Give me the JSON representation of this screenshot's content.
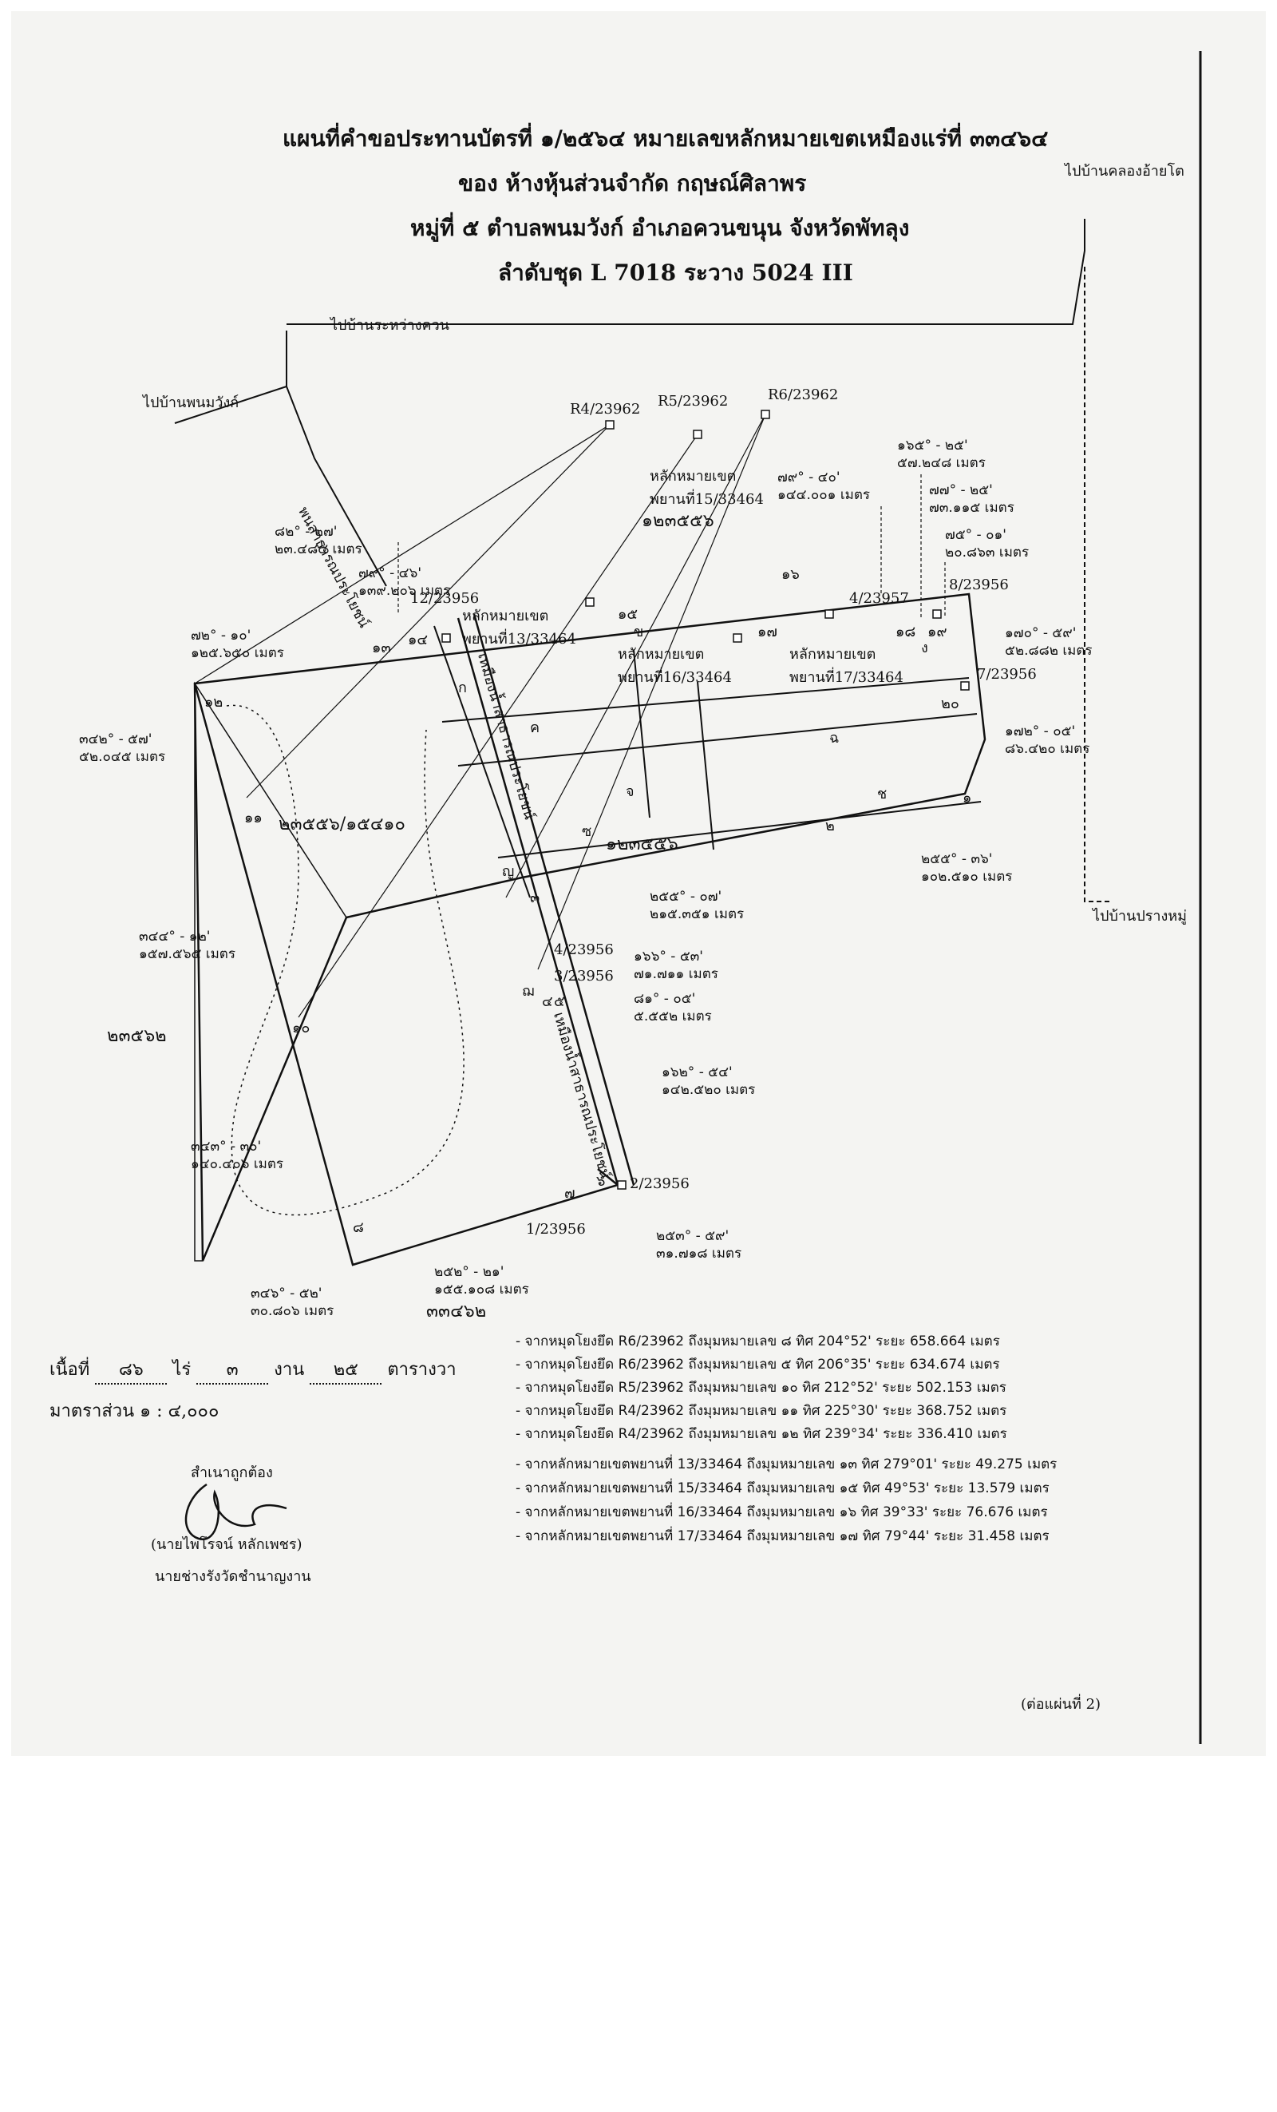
{
  "header": {
    "line1": "แผนที่คำขอประทานบัตรที่ ๑/๒๕๖๔ หมายเลขหลักหมายเขตเหมืองแร่ที่ ๓๓๔๖๔",
    "line2": "ของ ห้างหุ้นส่วนจำกัด กฤษณ์ศิลาพร",
    "line3": "หมู่ที่ ๕ ตำบลพนมวังก์ อำเภอควนขนุน จังหวัดพัทลุง",
    "line4": "ลำดับชุด L 7018 ระวาง 5024 III"
  },
  "roads": {
    "khlong_ai_to": "ไปบ้านคลองอ้ายโต",
    "rawang_khuan": "ไปบ้านระหว่างควน",
    "phanom_wang": "ไปบ้านพนมวังก์",
    "prang_mu": "ไปบ้านปรางหมู่",
    "public_land": "พนสาธารณประโยชน์",
    "canal_1": "เหมืองน้ำสาธารณประโยชน์",
    "canal_2": "เหมืองน้ำสาธารณประโยชน์"
  },
  "markers": {
    "r4": "R4/23962",
    "r5": "R5/23962",
    "r6": "R6/23962",
    "m12": "12/23956",
    "m4_57": "4/23957",
    "m8": "8/23956",
    "m7": "7/23956",
    "m4": "4/23956",
    "m3": "3/23956",
    "m2": "2/23956",
    "m1": "1/23956",
    "witness13": "หลักหมายเขต พยานที่13/33464",
    "witness15": "หลักหมายเขต พยานที่15/33464",
    "witness16": "หลักหมายเขต พยานที่16/33464",
    "witness17": "หลักหมายเขต พยานที่17/33464"
  },
  "parcels": {
    "p1": "๑๒๓๕๕๖",
    "p2": "๒๓๕๕๖/๑๕๔๑๐",
    "p3": "๑๒๓๕๕๖",
    "p4": "๒๓๕๖๒",
    "p5": "๓๓๔๖๒",
    "sub_k": "ก",
    "sub_kh": "ข",
    "sub_kh2": "ค",
    "sub_ng": "ง",
    "sub_ch": "ฉ",
    "sub_j": "จ",
    "sub_ch2": "ช",
    "sub_s": "ซ",
    "sub_d": "ญ",
    "sub_m": "ฌ"
  },
  "corners": {
    "c1": "๑",
    "c2": "๒",
    "c3": "๓",
    "c4": "๔",
    "c5": "๕",
    "c6": "๖",
    "c7": "๗",
    "c8": "๘",
    "c10": "๑๐",
    "c11": "๑๑",
    "c12": "๑๒",
    "c13": "๑๓",
    "c14": "๑๔",
    "c15": "๑๕",
    "c16": "๑๖",
    "c17": "๑๗",
    "c18": "๑๘",
    "c19": "๑๙",
    "c20": "๒๐"
  },
  "bearings": {
    "b1a": "๘๒° - ๒๗'",
    "b1b": "๒๓.๔๘๕ เมตร",
    "b2a": "๗๙° - ๔๖'",
    "b2b": "๑๓๙.๒๐๖ เมตร",
    "b3a": "๗๒° - ๑๐'",
    "b3b": "๑๒๕.๖๕๐ เมตร",
    "b4a": "๓๔๒° - ๕๗'",
    "b4b": "๕๒.๐๔๕ เมตร",
    "b5a": "๓๔๔° - ๑๒'",
    "b5b": "๑๕๗.๕๖๕ เมตร",
    "b6a": "๓๔๓° - ๓๐'",
    "b6b": "๑๔๐.๔๐๖ เมตร",
    "b7a": "๓๔๖° - ๕๒'",
    "b7b": "๓๐.๘๐๖ เมตร",
    "b8a": "๒๕๒° - ๒๑'",
    "b8b": "๑๕๕.๑๐๘ เมตร",
    "b9a": "๒๕๓° - ๕๙'",
    "b9b": "๓๑.๗๑๘ เมตร",
    "b10a": "๑๖๒° - ๕๔'",
    "b10b": "๑๔๒.๕๒๐ เมตร",
    "b11a": "๘๑° - ๐๕'",
    "b11b": "๕.๕๕๒ เมตร",
    "b12a": "๑๖๖° - ๕๓'",
    "b12b": "๗๑.๗๑๑ เมตร",
    "b13a": "๒๕๕° - ๐๗'",
    "b13b": "๒๑๕.๓๕๑ เมตร",
    "b14a": "๒๕๕° - ๓๖'",
    "b14b": "๑๐๒.๕๑๐ เมตร",
    "b15a": "๑๗๒° - ๐๕'",
    "b15b": "๘๖.๔๒๐ เมตร",
    "b16a": "๑๗๐° - ๕๙'",
    "b16b": "๕๒.๘๘๒ เมตร",
    "b17a": "๗๕° - ๐๑'",
    "b17b": "๒๐.๘๖๓ เมตร",
    "b18a": "๗๗° - ๒๕'",
    "b18b": "๗๓.๑๑๕ เมตร",
    "b19a": "๑๖๕° - ๒๕'",
    "b19b": "๕๗.๒๔๘ เมตร",
    "b20a": "๗๙° - ๔๐'",
    "b20b": "๑๔๔.๐๐๑ เมตร"
  },
  "area": {
    "label": "เนื้อที่",
    "rai_val": "๘๖",
    "rai": "ไร่",
    "ngan_val": "๓",
    "ngan": "งาน",
    "wa_val": "๒๕",
    "wa": "ตารางวา"
  },
  "scale": "มาตราส่วน ๑ : ๔,๐๐๐",
  "ties": [
    "- จากหมุดโยงยึด R6/23962 ถึงมุมหมายเลข ๘ ทิศ 204°52' ระยะ 658.664 เมตร",
    "- จากหมุดโยงยึด R6/23962 ถึงมุมหมายเลข ๕ ทิศ 206°35' ระยะ 634.674 เมตร",
    "- จากหมุดโยงยึด R5/23962 ถึงมุมหมายเลข ๑๐ ทิศ 212°52' ระยะ 502.153 เมตร",
    "- จากหมุดโยงยึด R4/23962 ถึงมุมหมายเลข ๑๑ ทิศ 225°30' ระยะ 368.752 เมตร",
    "- จากหมุดโยงยึด R4/23962 ถึงมุมหมายเลข ๑๒ ทิศ 239°34' ระยะ 336.410 เมตร"
  ],
  "witness_ties": [
    "- จากหลักหมายเขตพยานที่ 13/33464 ถึงมุมหมายเลข ๑๓ ทิศ 279°01' ระยะ 49.275 เมตร",
    "- จากหลักหมายเขตพยานที่ 15/33464 ถึงมุมหมายเลข ๑๕ ทิศ 49°53' ระยะ 13.579 เมตร",
    "- จากหลักหมายเขตพยานที่ 16/33464 ถึงมุมหมายเลข ๑๖ ทิศ 39°33' ระยะ 76.676 เมตร",
    "- จากหลักหมายเขตพยานที่ 17/33464 ถึงมุมหมายเลข ๑๗ ทิศ 79°44' ระยะ 31.458 เมตร"
  ],
  "signature": {
    "certified": "สำเนาถูกต้อง",
    "name": "(นายไพโรจน์ หลักเพชร)",
    "position": "นายช่างรังวัดชำนาญงาน"
  },
  "continued": "(ต่อแผ่นที่ 2)"
}
